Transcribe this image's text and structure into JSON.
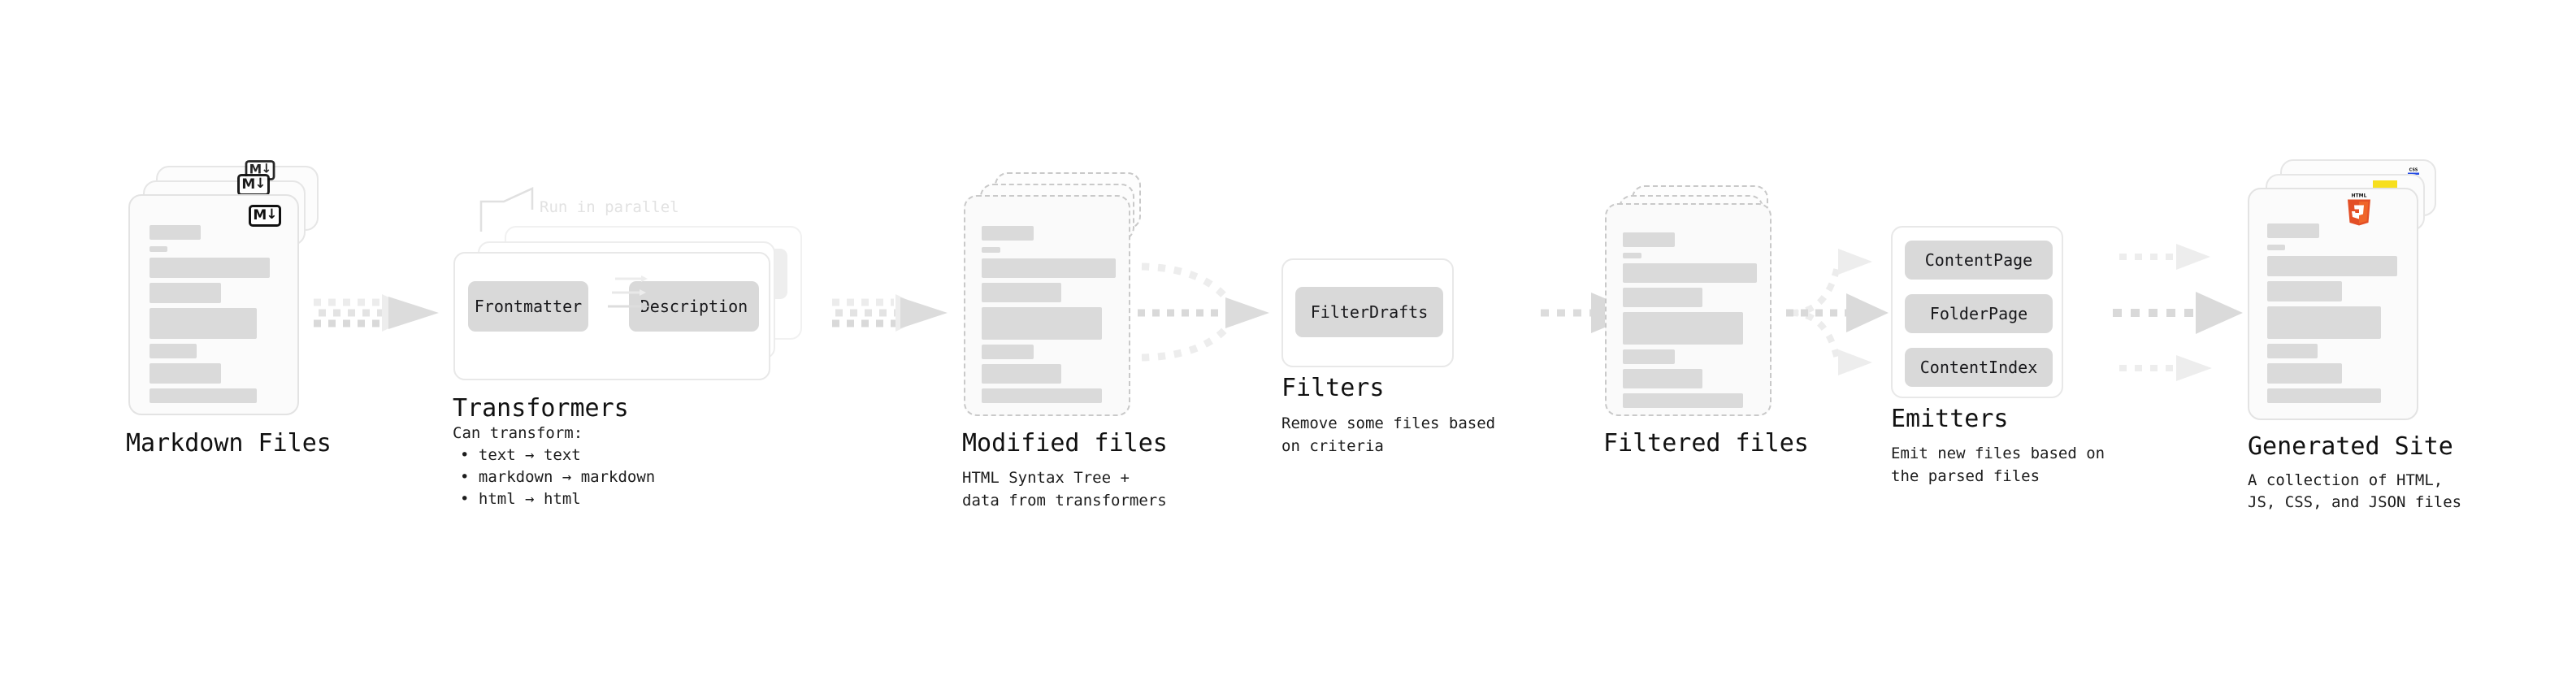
{
  "diagram": {
    "type": "pipeline-flow",
    "orientation": "left-to-right",
    "background": "#ffffff",
    "accent_colors": {
      "skeleton_bar": "#dadada",
      "chip": "#d9d9d9",
      "card_border": "#e6e6e6",
      "dashed_border": "#c9c9c9",
      "arrow": "#d6d6d6",
      "html5_orange": "#e34f26",
      "html5_orange_dark": "#ef652a",
      "js_yellow": "#f7df1e",
      "css_blue": "#264de4",
      "muted_label": "#e2e2e2"
    }
  },
  "stages": [
    {
      "id": "markdown-files",
      "title": "Markdown Files",
      "subtitle": "",
      "kind": "document-stack",
      "badge": "markdown-badge",
      "badge_text": "M",
      "badge_arrow": "↓",
      "stacked": 3,
      "dashed": false
    },
    {
      "id": "transformers",
      "title": "Transformers",
      "subtitle": "Can transform:",
      "kind": "panel-stack",
      "stacked": 3,
      "parallel_note": "Run in parallel",
      "chips": [
        "Frontmatter",
        "Description"
      ],
      "bullets": [
        "• text → text",
        "• markdown → markdown",
        "• html → html"
      ]
    },
    {
      "id": "modified-files",
      "title": "Modified files",
      "subtitle": "HTML Syntax Tree +\ndata from transformers",
      "kind": "document-stack",
      "stacked": 2,
      "dashed": true
    },
    {
      "id": "filters",
      "title": "Filters",
      "subtitle": "Remove some files based\non criteria",
      "kind": "panel",
      "chips": [
        "FilterDrafts"
      ]
    },
    {
      "id": "filtered-files",
      "title": "Filtered files",
      "subtitle": "",
      "kind": "document-stack",
      "stacked": 2,
      "dashed": true
    },
    {
      "id": "emitters",
      "title": "Emitters",
      "subtitle": "Emit new files based on\nthe parsed files",
      "kind": "panel",
      "chips": [
        "ContentPage",
        "FolderPage",
        "ContentIndex"
      ]
    },
    {
      "id": "generated-site",
      "title": "Generated Site",
      "subtitle": "A collection of HTML,\nJS, and JSON files",
      "subtitle_line1": "A collection of HTML,",
      "subtitle_line2": "JS, CSS, and JSON files",
      "kind": "document-stack",
      "stacked": 3,
      "dashed": false,
      "badges": [
        "html5-badge",
        "js-badge",
        "css-badge"
      ],
      "html5_label": "HTML",
      "html5_digit": "5",
      "css_label": "CSS"
    }
  ],
  "connectors": [
    {
      "id": "arrow-markdown-to-transformers",
      "from": "markdown-files",
      "to": "transformers",
      "style": "dashed-converging"
    },
    {
      "id": "arrow-transformers-to-modified",
      "from": "transformers",
      "to": "modified-files",
      "style": "dashed-converging"
    },
    {
      "id": "arrow-modified-to-filters",
      "from": "modified-files",
      "to": "filters",
      "style": "dashed-converging"
    },
    {
      "id": "arrow-filters-to-filtered",
      "from": "filters",
      "to": "filtered-files",
      "style": "dashed-single"
    },
    {
      "id": "arrow-filtered-to-emitters",
      "from": "filtered-files",
      "to": "emitters",
      "style": "dashed-fanout-3"
    },
    {
      "id": "arrow-emitters-to-site",
      "from": "emitters",
      "to": "generated-site",
      "style": "dashed-parallel-3"
    }
  ]
}
